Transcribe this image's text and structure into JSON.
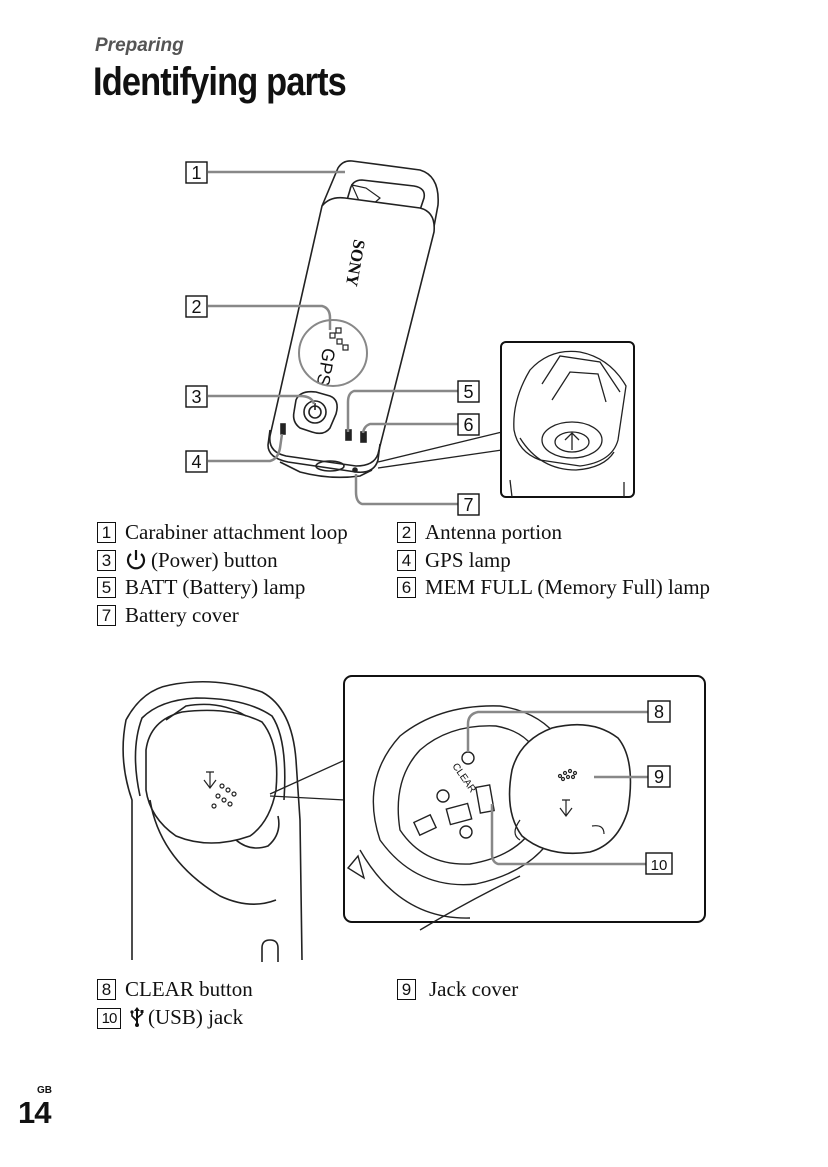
{
  "header": {
    "section": "Preparing",
    "title": "Identifying parts"
  },
  "figure1": {
    "callouts": [
      "1",
      "2",
      "3",
      "4",
      "5",
      "6",
      "7"
    ],
    "device_brand": "SONY",
    "device_label": "GPS"
  },
  "legend1": [
    {
      "num": "1",
      "text": "Carabiner attachment loop"
    },
    {
      "num": "2",
      "text": "Antenna portion"
    },
    {
      "num": "3",
      "text": "(Power) button",
      "icon": "power-icon"
    },
    {
      "num": "4",
      "text": "GPS lamp"
    },
    {
      "num": "5",
      "text": "BATT (Battery) lamp"
    },
    {
      "num": "6",
      "text": "MEM FULL (Memory Full) lamp"
    },
    {
      "num": "7",
      "text": "Battery cover"
    }
  ],
  "figure2": {
    "callouts": [
      "8",
      "9",
      "10"
    ],
    "clear_label": "CLEAR"
  },
  "legend2": [
    {
      "num": "8",
      "text": "CLEAR button"
    },
    {
      "num": "9",
      "text": "Jack cover"
    },
    {
      "num": "10",
      "text": "(USB) jack",
      "icon": "usb-icon"
    }
  ],
  "footer": {
    "region": "GB",
    "page": "14"
  }
}
